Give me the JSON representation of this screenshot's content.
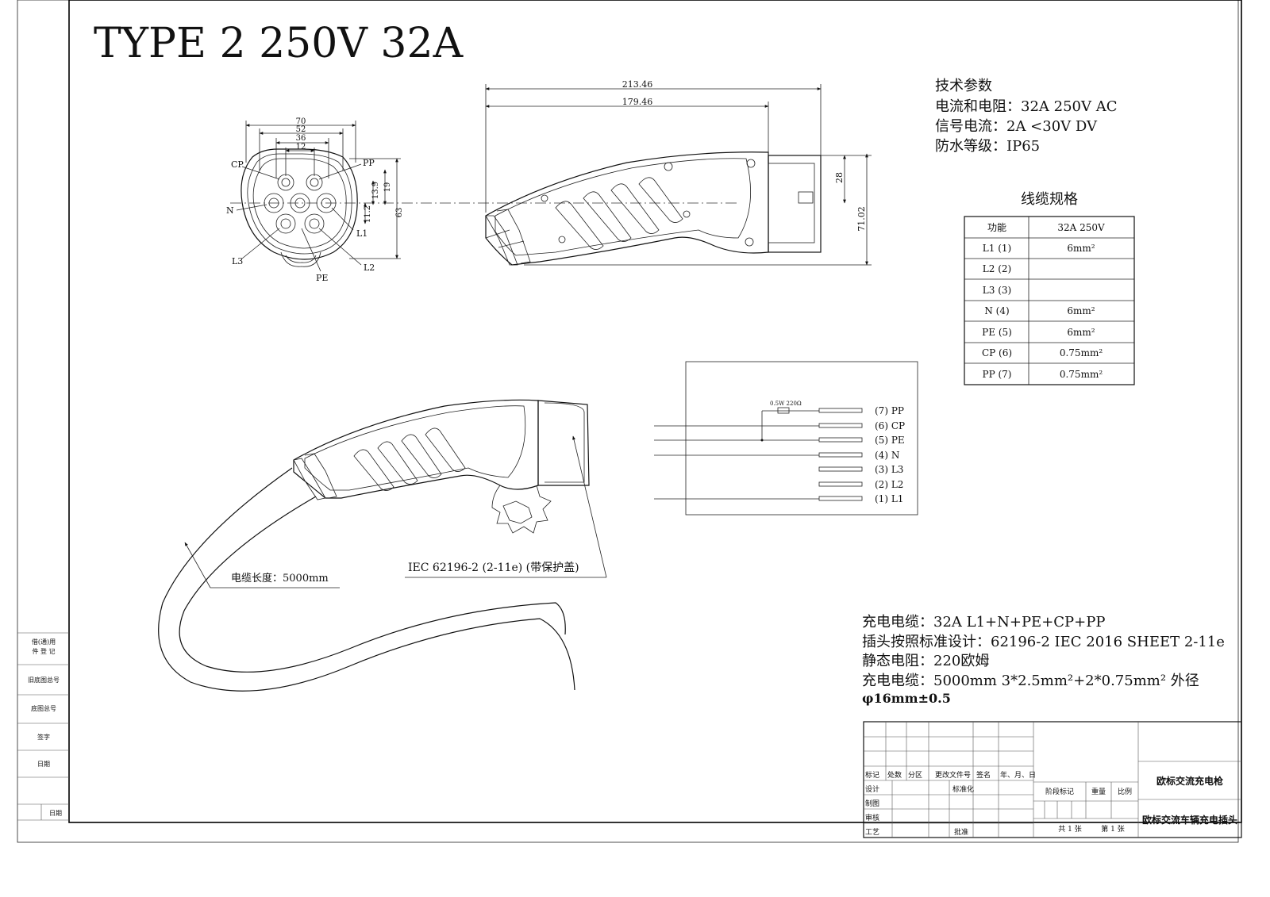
{
  "title": "TYPE 2 250V 32A",
  "front_view": {
    "dims_h": [
      "70",
      "52",
      "36",
      "12"
    ],
    "dims_v": [
      "13.9",
      "19",
      "11.2",
      "63"
    ],
    "pins": [
      "CP",
      "PP",
      "N",
      "L1",
      "L3",
      "L2",
      "PE"
    ]
  },
  "side_view": {
    "dims_h": [
      "213.46",
      "179.46"
    ],
    "dims_v": [
      "28",
      "71.02"
    ]
  },
  "tech_params": {
    "heading": "技术参数",
    "lines": [
      "电流和电阻：32A 250V AC",
      "信号电流：2A <30V DV",
      "防水等级：IP65"
    ]
  },
  "cable_spec": {
    "heading": "线缆规格",
    "headers": [
      "功能",
      "32A 250V"
    ],
    "rows": [
      {
        "func": "L1 (1)",
        "value": "6mm²"
      },
      {
        "func": "L2 (2)",
        "value": ""
      },
      {
        "func": "L3 (3)",
        "value": ""
      },
      {
        "func": "N (4)",
        "value": "6mm²"
      },
      {
        "func": "PE (5)",
        "value": "6mm²"
      },
      {
        "func": "CP (6)",
        "value": "0.75mm²"
      },
      {
        "func": "PP (7)",
        "value": "0.75mm²"
      }
    ]
  },
  "wiring": {
    "resistor_label": "0.5W 220Ω",
    "terminals": [
      "(7) PP",
      "(6) CP",
      "(5) PE",
      "(4) N",
      "(3) L3",
      "(2) L2",
      "(1) L1"
    ]
  },
  "annotations": {
    "cable_length": "电缆长度：5000mm",
    "standard": "IEC 62196-2 (2-11e) (带保护盖)"
  },
  "notes": [
    "充电电缆：32A L1+N+PE+CP+PP",
    "插头按照标准设计：62196-2 IEC 2016 SHEET 2-11e",
    "静态电阻：220欧姆",
    "充电电缆：5000mm 3*2.5mm²+2*0.75mm² 外径",
    "φ16mm±0.5"
  ],
  "left_strip": [
    "借(通)用",
    "件 登 记",
    "旧底图总号",
    "底图总号",
    "签字",
    "日期",
    "日期"
  ],
  "title_block": {
    "header_row": [
      "标记",
      "处数",
      "分区",
      "更改文件号",
      "签名",
      "年、月、日"
    ],
    "roles": [
      "设计",
      "制图",
      "审核",
      "工艺"
    ],
    "standardization": "标准化",
    "approve": "批准",
    "stage_mark": "阶段标记",
    "weight": "重量",
    "scale": "比例",
    "total_sheets": "共 1 张",
    "sheet_no": "第 1 张",
    "name1": "欧标交流充电枪",
    "name2": "欧标交流车辆充电插头"
  }
}
